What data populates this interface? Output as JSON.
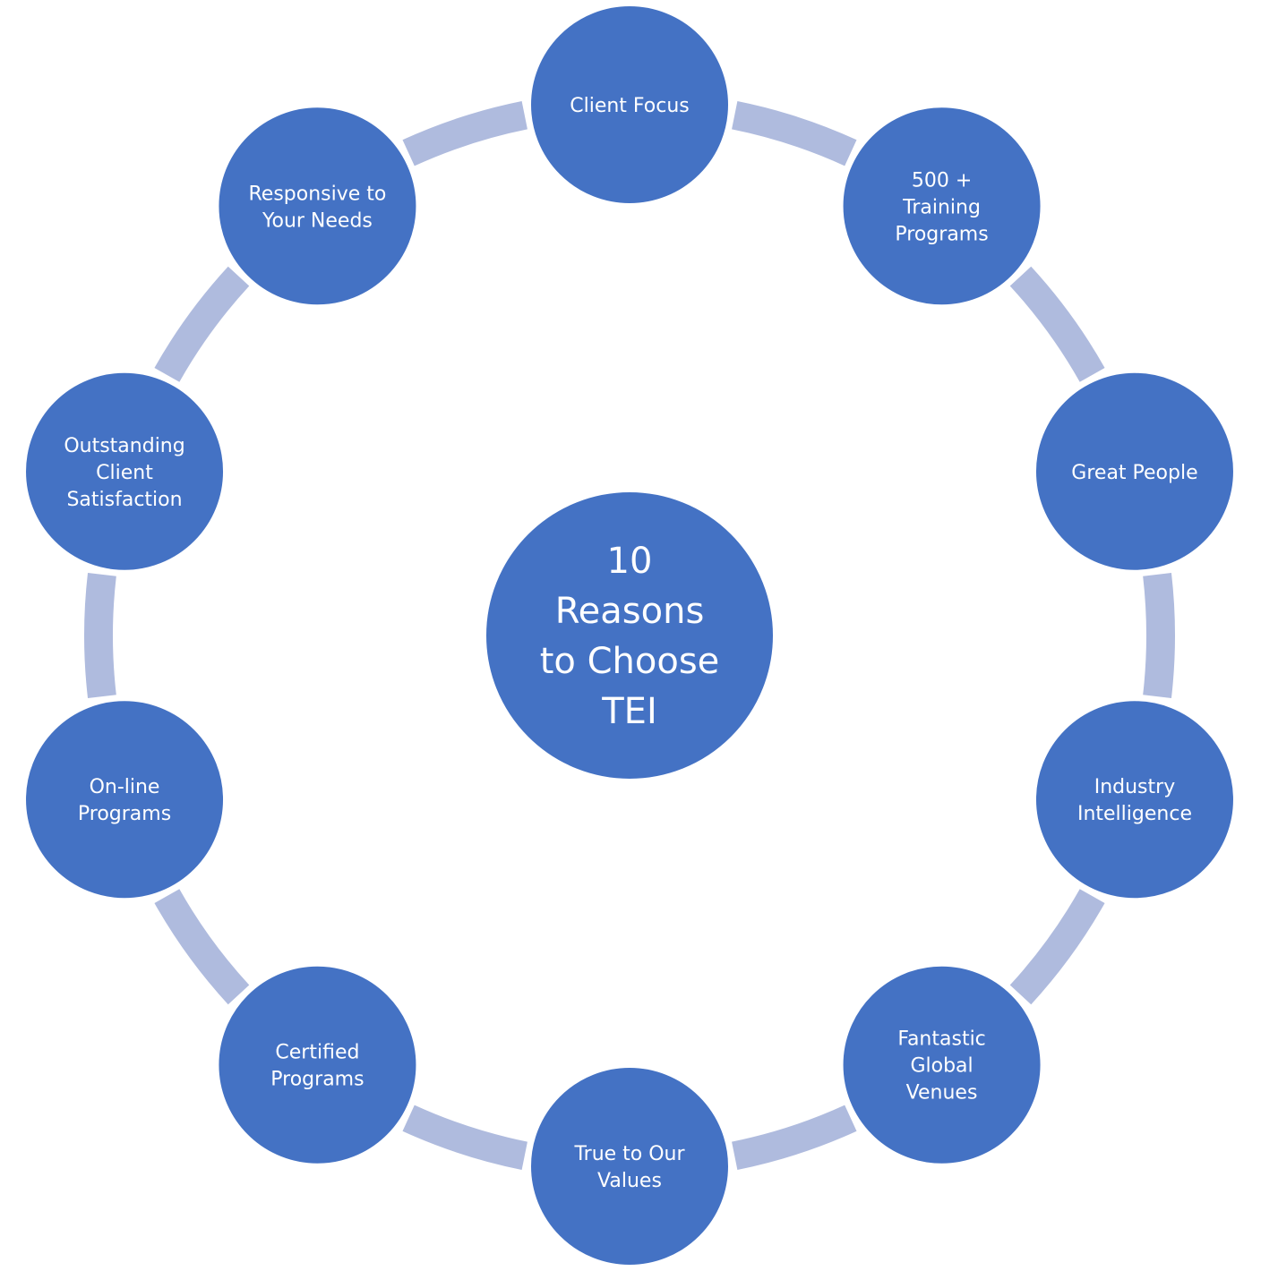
{
  "diagram": {
    "type": "cycle",
    "colors": {
      "node_fill": "#4472C4",
      "node_outline": "#FFFFFF",
      "connector": "#AFBBDE",
      "text": "#FFFFFF"
    },
    "center": {
      "lines": [
        "10",
        "Reasons",
        "to Choose",
        "TEI"
      ]
    },
    "nodes": [
      {
        "lines": [
          "Client Focus"
        ]
      },
      {
        "lines": [
          "500 +",
          "Training",
          "Programs"
        ]
      },
      {
        "lines": [
          "Great People"
        ]
      },
      {
        "lines": [
          "Industry",
          "Intelligence"
        ]
      },
      {
        "lines": [
          "Fantastic",
          "Global",
          "Venues"
        ]
      },
      {
        "lines": [
          "True to Our",
          "Values"
        ]
      },
      {
        "lines": [
          "Certified",
          "Programs"
        ]
      },
      {
        "lines": [
          "On-line",
          "Programs"
        ]
      },
      {
        "lines": [
          "Outstanding",
          "Client",
          "Satisfaction"
        ]
      },
      {
        "lines": [
          "Responsive to",
          "Your Needs"
        ]
      }
    ]
  }
}
